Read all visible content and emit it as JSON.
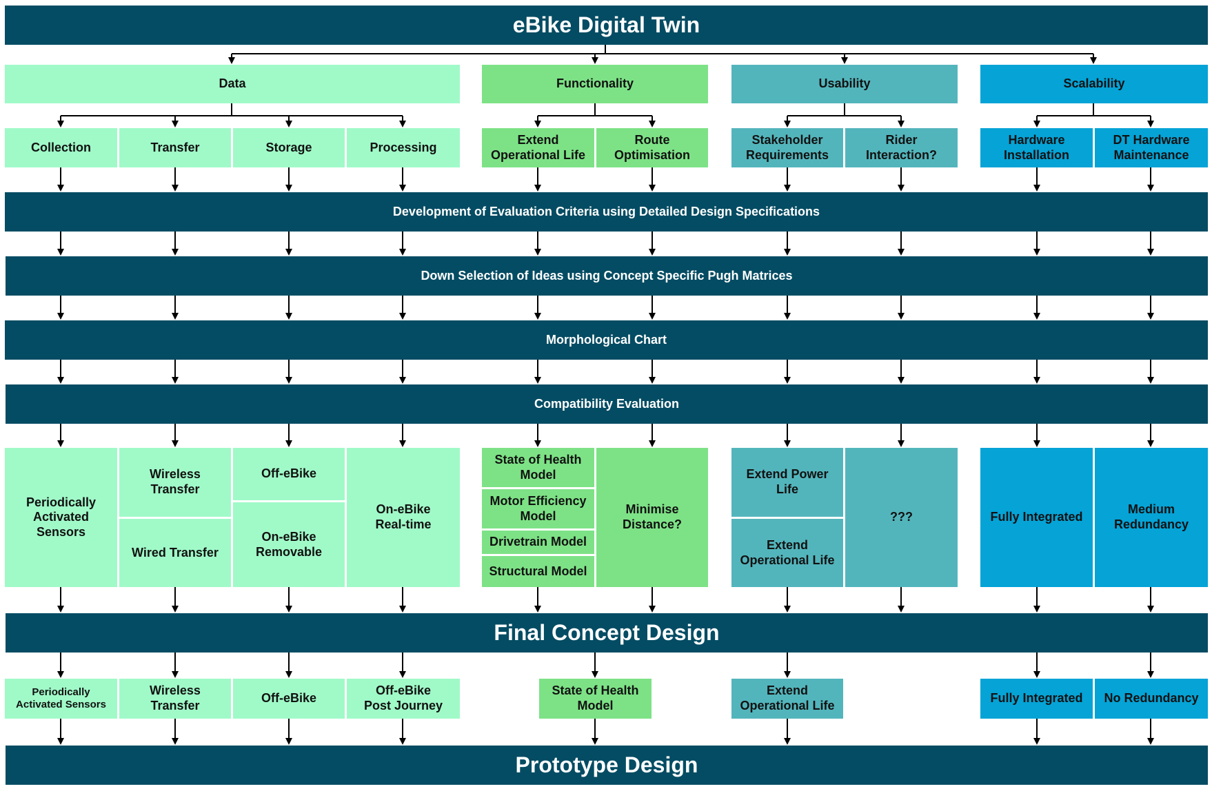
{
  "title": "eBike Digital Twin",
  "categories": {
    "data": "Data",
    "functionality": "Functionality",
    "usability": "Usability",
    "scalability": "Scalability"
  },
  "subcategories": {
    "collection": "Collection",
    "transfer": "Transfer",
    "storage": "Storage",
    "processing": "Processing",
    "extend_operational_life": "Extend\nOperational Life",
    "route_optimisation": "Route\nOptimisation",
    "stakeholder_requirements": "Stakeholder\nRequirements",
    "rider_interaction": "Rider\nInteraction?",
    "hardware_installation": "Hardware\nInstallation",
    "dt_hardware_maintenance": "DT Hardware\nMaintenance"
  },
  "stages": {
    "evaluation_criteria": "Development of Evaluation Criteria using Detailed Design Specifications",
    "down_selection": "Down Selection of Ideas using Concept Specific Pugh Matrices",
    "morphological_chart": "Morphological Chart",
    "compatibility_evaluation": "Compatibility Evaluation",
    "final_concept_design": "Final Concept Design",
    "prototype_design": "Prototype Design"
  },
  "concepts": {
    "periodically_activated_sensors": "Periodically\nActivated\nSensors",
    "wireless_transfer": "Wireless\nTransfer",
    "wired_transfer": "Wired Transfer",
    "off_ebike": "Off-eBike",
    "on_ebike_removable": "On-eBike\nRemovable",
    "on_ebike_realtime": "On-eBike\nReal-time",
    "state_of_health_model": "State of Health\nModel",
    "motor_efficiency_model": "Motor Efficiency\nModel",
    "drivetrain_model": "Drivetrain Model",
    "structural_model": "Structural Model",
    "minimise_distance": "Minimise\nDistance?",
    "extend_power_life": "Extend Power\nLife",
    "extend_operational_life": "Extend\nOperational Life",
    "unknown": "???",
    "fully_integrated": "Fully Integrated",
    "medium_redundancy": "Medium\nRedundancy"
  },
  "final": {
    "periodically_activated_sensors": "Periodically\nActivated Sensors",
    "wireless_transfer": "Wireless\nTransfer",
    "off_ebike": "Off-eBike",
    "off_ebike_post_journey": "Off-eBike\nPost Journey",
    "state_of_health_model": "State of Health\nModel",
    "extend_operational_life": "Extend\nOperational Life",
    "fully_integrated": "Fully Integrated",
    "no_redundancy": "No Redundancy"
  },
  "colors": {
    "bar": "#044c63",
    "data": "#a0fac8",
    "functionality": "#7de286",
    "usability": "#53b5bc",
    "scalability": "#05a3d6",
    "arrow": "#000000"
  }
}
